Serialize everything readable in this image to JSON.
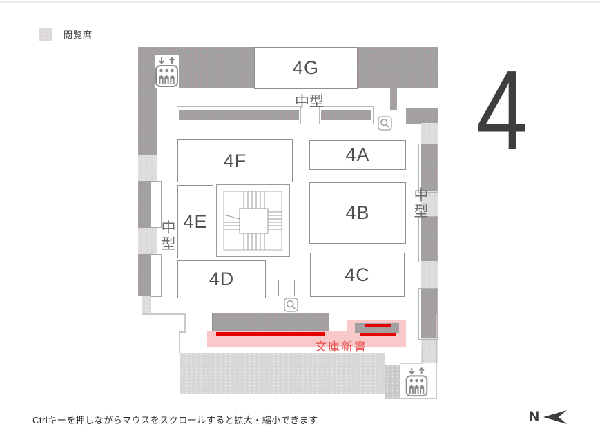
{
  "legend": {
    "label": "閲覧席"
  },
  "floor_number": "4",
  "map": {
    "rooms": {
      "g": "4G",
      "f": "4F",
      "a": "4A",
      "e": "4E",
      "b": "4B",
      "d": "4D",
      "c": "4C"
    },
    "shelf_labels": {
      "top": "中型",
      "left": "中型",
      "right": "中型"
    },
    "highlight_label": "文庫新書"
  },
  "status_bar": {
    "instruction": "Ctrlキーを押しながらマウスをスクロールすると拡大・縮小できます"
  },
  "compass": {
    "label": "N"
  },
  "icons": {
    "elevator": "elevator-icon",
    "magnifier": "magnifier-icon",
    "north_arrow": "left-arrow-icon"
  },
  "colors": {
    "wall_gray": "#a2a2a2",
    "reading_seat_gray": "#dcdcdc",
    "highlight_pink": "#f9c8c8",
    "accent_red": "#e60000",
    "label_red": "#e64c4c"
  }
}
